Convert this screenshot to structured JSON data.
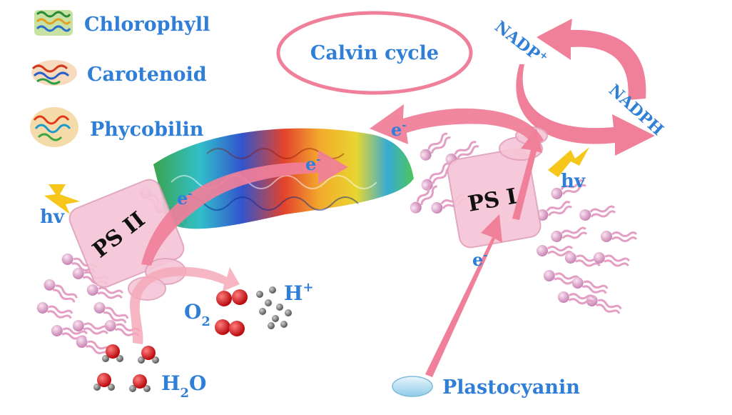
{
  "legend": {
    "chlorophyll": "Chlorophyll",
    "carotenoid": "Carotenoid",
    "phycobilin": "Phycobilin"
  },
  "labels": {
    "calvin": "Calvin cycle",
    "nadp": "NADP",
    "nadp_sup": "+",
    "nadph": "NADPH",
    "hv": "hv",
    "psii": "PS II",
    "psi": "PS I",
    "electron": "e",
    "electron_sup": "-",
    "o": "O",
    "o_sub": "2",
    "h": "H",
    "h_sup": "+",
    "h2o_h": "H",
    "h2o_sub": "2",
    "h2o_o": "O",
    "plastocyanin": "Plastocyanin"
  },
  "colors": {
    "text_blue": "#2f7fd8",
    "arrow_pink": "#f07f9a",
    "box_pink": "#f5c5d6",
    "lipid_head": "#e6a6cc",
    "oxygen_red": "#d9181e",
    "bolt_yellow": "#f6c61b",
    "cyan_oval": "#bfe3f5"
  }
}
